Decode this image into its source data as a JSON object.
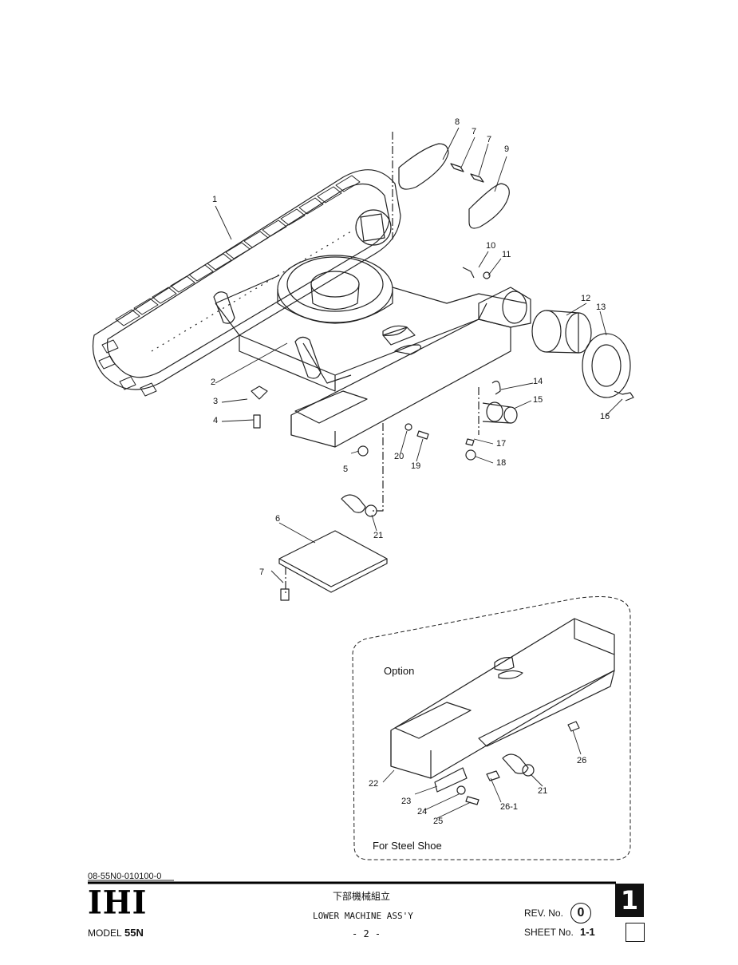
{
  "callouts": {
    "c1": "1",
    "c2": "2",
    "c3": "3",
    "c4": "4",
    "c5": "5",
    "c6": "6",
    "c7a": "7",
    "c7b": "7",
    "c7c": "7",
    "c8": "8",
    "c9": "9",
    "c10": "10",
    "c11": "11",
    "c12": "12",
    "c13": "13",
    "c14": "14",
    "c15": "15",
    "c16": "16",
    "c17": "17",
    "c18": "18",
    "c19": "19",
    "c20": "20",
    "c21": "21",
    "c21b": "21",
    "c22": "22",
    "c23": "23",
    "c24": "24",
    "c25": "25",
    "c26": "26",
    "c26_1": "26-1"
  },
  "option_box": {
    "title": "Option",
    "footer": "For Steel Shoe"
  },
  "title_block": {
    "drawing_number": "08-55N0-010100-0",
    "logo": "IHI",
    "model_label": "MODEL",
    "model_value": "55N",
    "title_japanese": "下部機械組立",
    "title_english": "LOWER MACHINE ASS'Y",
    "page": "- 2 -",
    "rev_label": "REV. No.",
    "rev_value": "0",
    "sheet_label": "SHEET No.",
    "sheet_value": "1-1",
    "section_number": "1"
  }
}
